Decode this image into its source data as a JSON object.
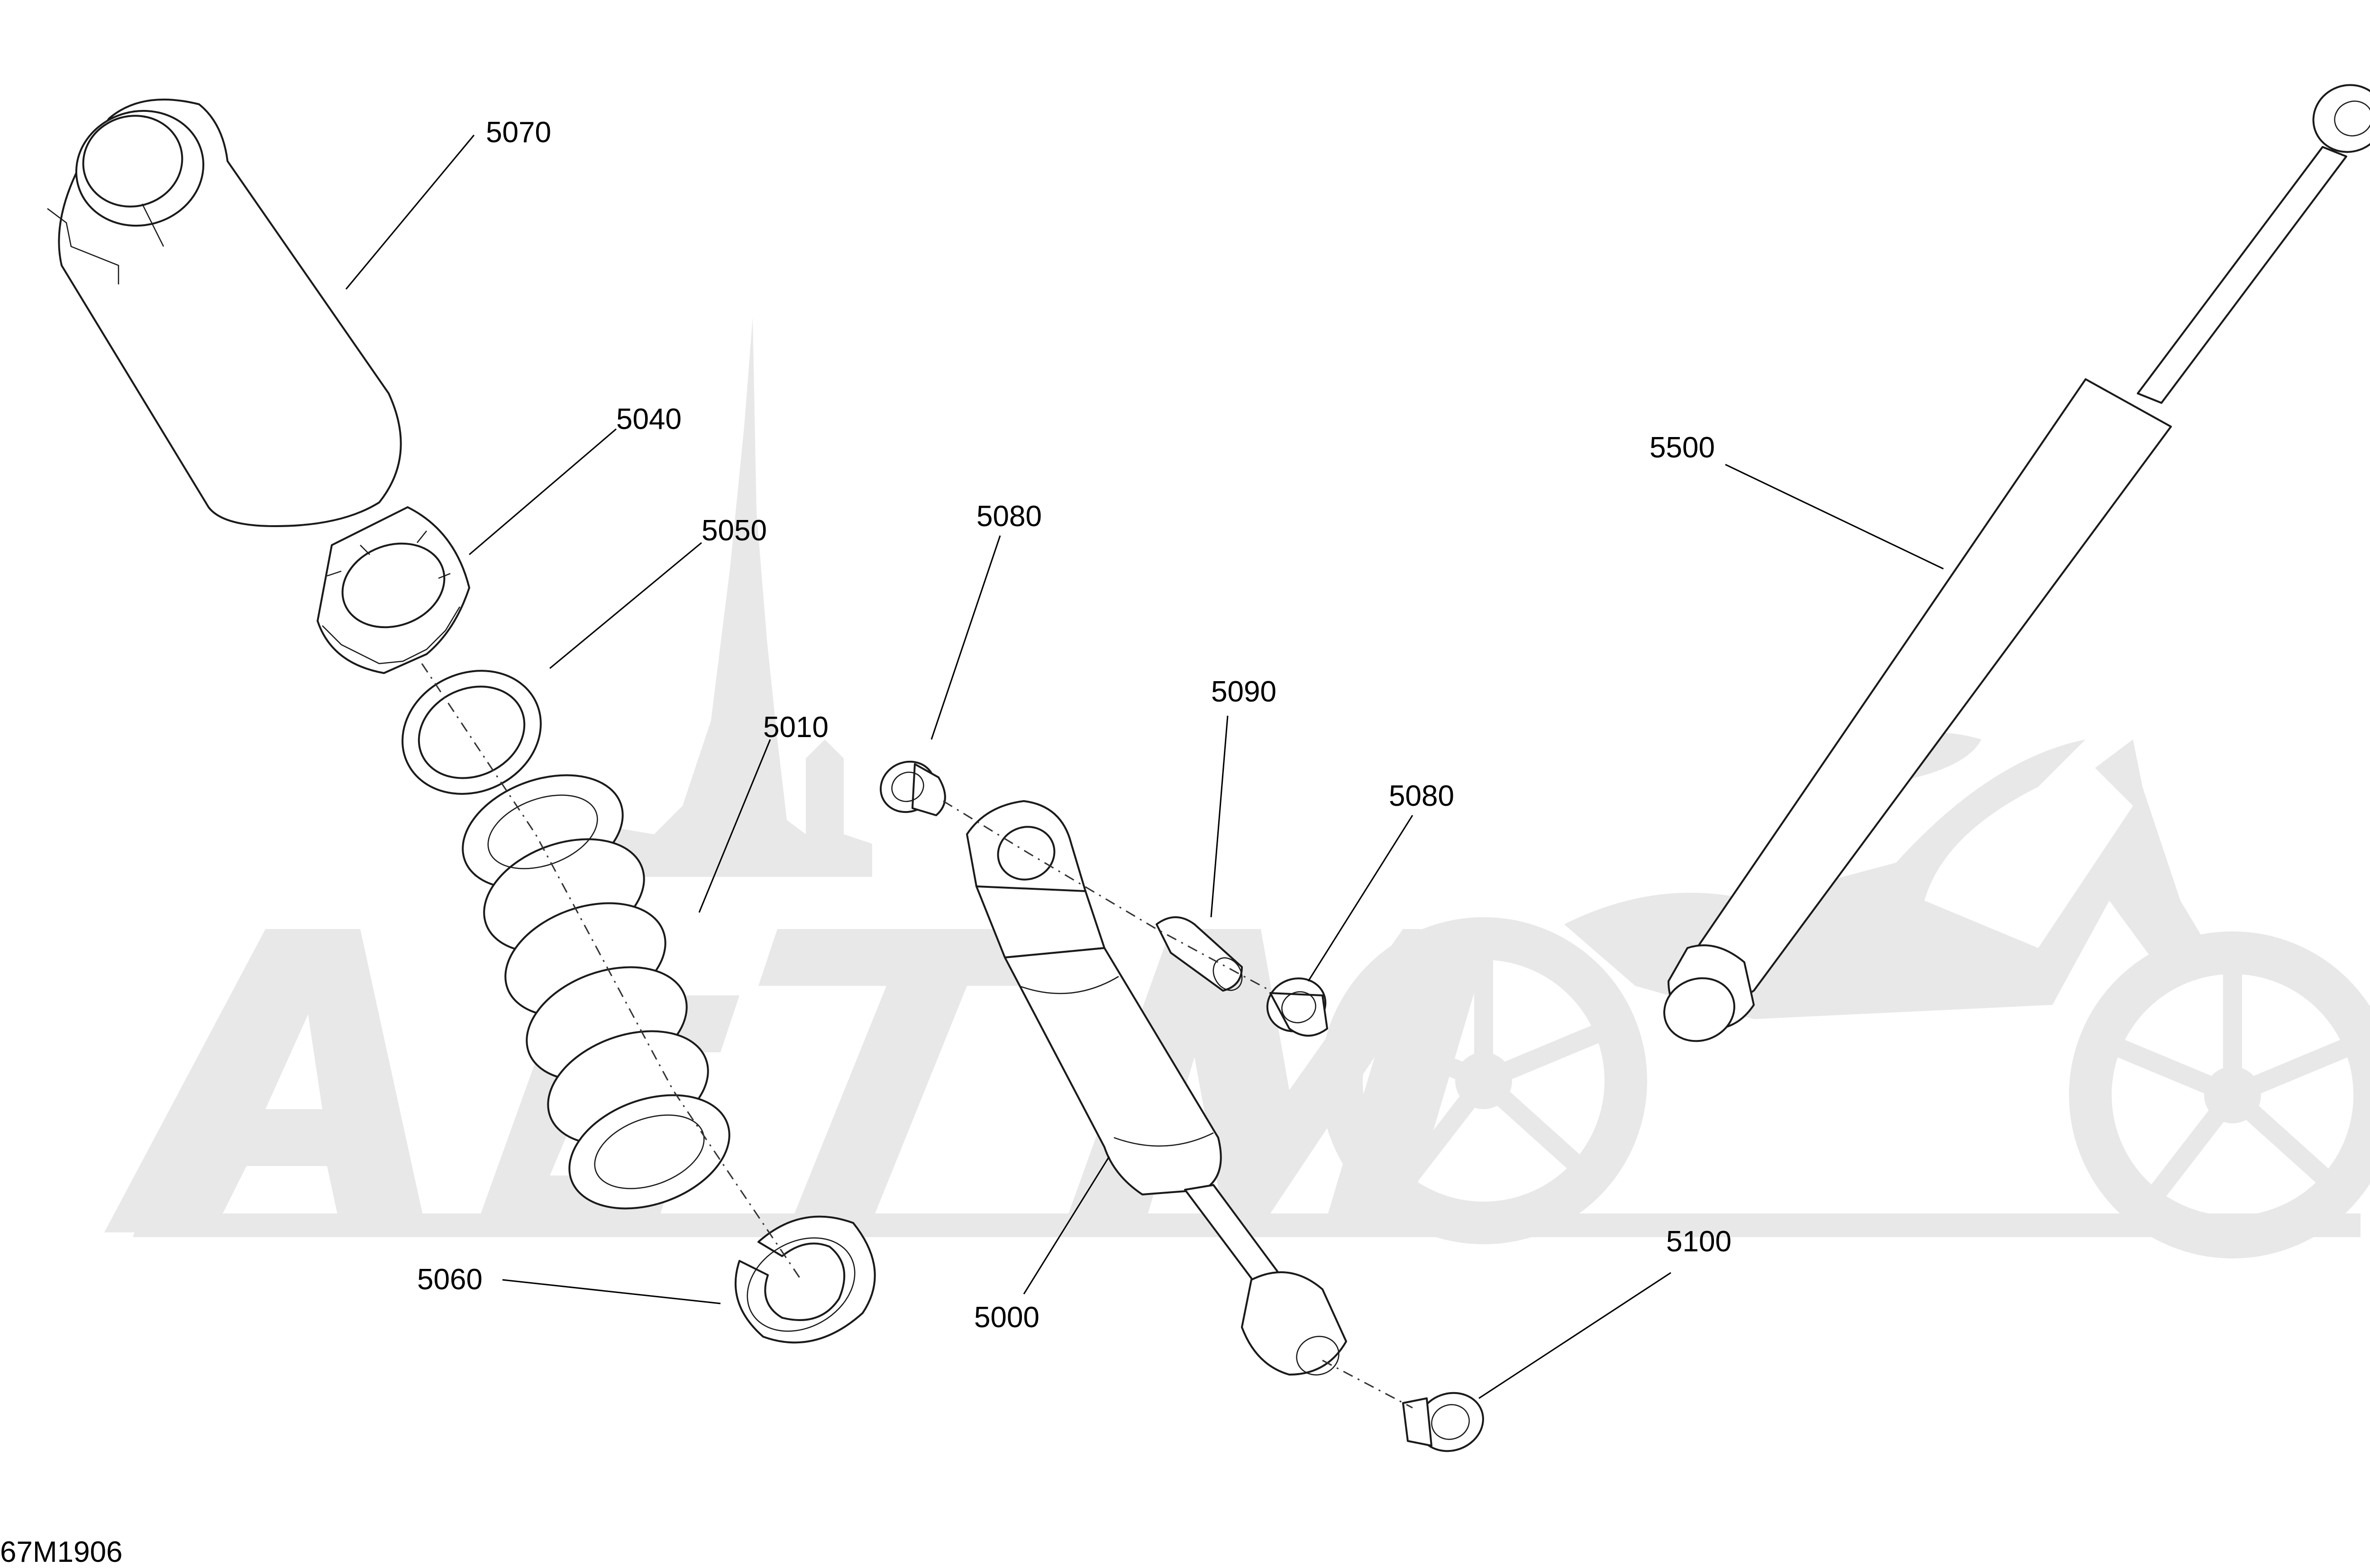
{
  "figure_code": "67M1906",
  "callouts": [
    {
      "id": "5070",
      "label": "5070"
    },
    {
      "id": "5040",
      "label": "5040"
    },
    {
      "id": "5050",
      "label": "5050"
    },
    {
      "id": "5010",
      "label": "5010"
    },
    {
      "id": "5060",
      "label": "5060"
    },
    {
      "id": "5080a",
      "label": "5080"
    },
    {
      "id": "5090",
      "label": "5090"
    },
    {
      "id": "5080b",
      "label": "5080"
    },
    {
      "id": "5000",
      "label": "5000"
    },
    {
      "id": "5100",
      "label": "5100"
    },
    {
      "id": "5500",
      "label": "5500"
    }
  ],
  "watermark": {
    "text": "AcTMoTo",
    "color": "#e8e8e8"
  }
}
